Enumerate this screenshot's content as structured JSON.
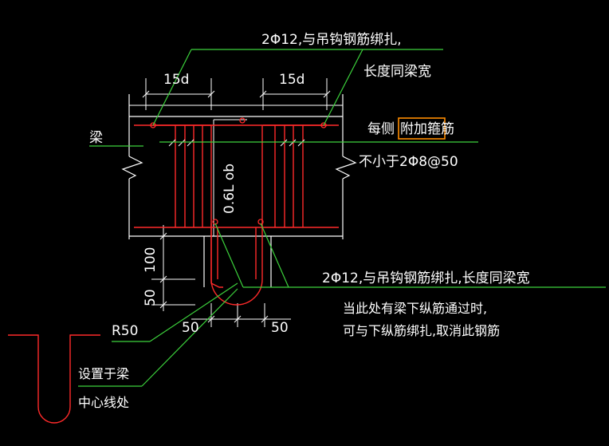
{
  "labels": {
    "top_note_line1": "2Φ12,与吊钩钢筋绑扎,",
    "top_note_line2": "长度同梁宽",
    "dim_left_15d": "15d",
    "dim_right_15d": "15d",
    "beam": "梁",
    "stirrup_note_prefix": "每侧",
    "stirrup_note_highlight": "附加箍筋",
    "stirrup_note_line2": "不小于2Φ8@50",
    "height_dim": "0.6L ob",
    "dim_100": "100",
    "dim_50_vertical": "50",
    "bottom_note_line1": "2Φ12,与吊钩钢筋绑扎,长度同梁宽",
    "bottom_note_line2": "当此处有梁下纵筋通过时,",
    "bottom_note_line3": "可与下纵筋绑扎,取消此钢筋",
    "r50": "R50",
    "dim_50_left": "50",
    "dim_50_right": "50",
    "center_note_line1": "设置于梁",
    "center_note_line2": "中心线处"
  },
  "colors": {
    "background": "#000000",
    "rebar_red": "#ff2a2a",
    "leader_green": "#3cd23c",
    "outline_white": "#ffffff",
    "highlight_orange": "#ff8c00"
  }
}
